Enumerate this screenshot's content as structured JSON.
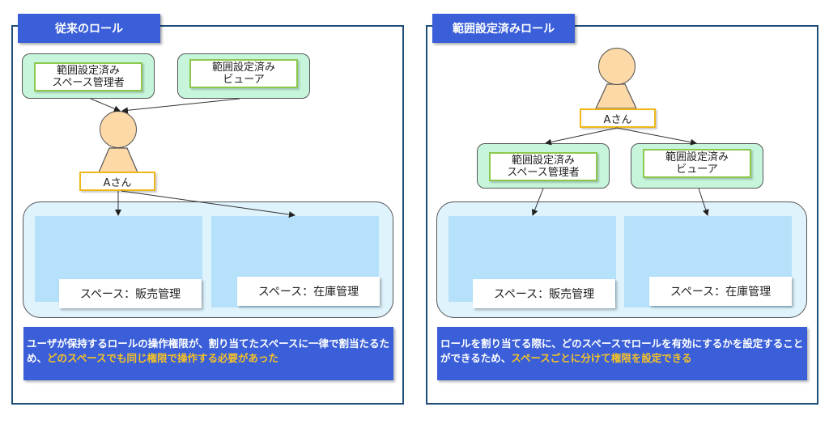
{
  "left_panel": {
    "title": "従来のロール",
    "roles": [
      {
        "line1": "範囲設定済み",
        "line2": "スペース管理者"
      },
      {
        "line1": "範囲設定済み",
        "line2": "ビューア"
      }
    ],
    "user_label": "Aさん",
    "spaces": [
      "スペース：販売管理",
      "スペース：在庫管理"
    ],
    "note": {
      "text_plain": "ユーザが保持するロールの操作権限が、割り当てたスペースに一律で割当たるため、",
      "text_highlight": "どのスペースでも同じ権限で操作する必要があった"
    }
  },
  "right_panel": {
    "title": "範囲設定済みロール",
    "roles": [
      {
        "line1": "範囲設定済み",
        "line2": "スペース管理者"
      },
      {
        "line1": "範囲設定済み",
        "line2": "ビューア"
      }
    ],
    "user_label": "Aさん",
    "spaces": [
      "スペース：販売管理",
      "スペース：在庫管理"
    ],
    "note": {
      "text_plain": "ロールを割り当てる際に、どのスペースでロールを有効にするかを設定することができるため、",
      "text_highlight": "スペースごとに分けて権限を設定できる"
    }
  },
  "colors": {
    "title_bg": "#3a5fd8",
    "highlight_text": "#f7c325",
    "role_bg": "#c6f5dc",
    "role_border": "#8cc84b",
    "user_border": "#f0b71a",
    "person_fill": "#fdd9a8",
    "space_container": "#dff3fd",
    "space_fill": "#b5e1fb",
    "panel_border": "#1f4e79"
  }
}
